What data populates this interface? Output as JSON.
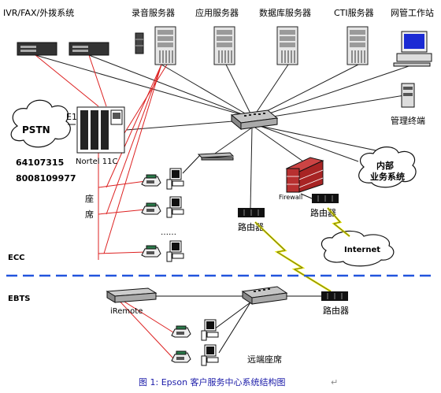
{
  "top_labels": {
    "ivr": "IVR/FAX/外拨系统",
    "recording": "录音服务器",
    "app": "应用服务器",
    "db": "数据库服务器",
    "cti": "CTI服务器",
    "nms": "网管工作站"
  },
  "left": {
    "pstn": "PSTN",
    "e1": "E1",
    "phone1": "64107315",
    "phone2": "8008109977",
    "pbx": "Nortel 11C",
    "seats_1": "座",
    "seats_2": "席",
    "dots": "……"
  },
  "right": {
    "mgmt": "管理终端",
    "intranet_1": "内部",
    "intranet_2": "业务系统",
    "firewall": "Firewall",
    "router_fw": "路由器",
    "router_mid": "路由器",
    "internet": "Internet",
    "router_bottom": "路由器"
  },
  "zones": {
    "ecc": "ECC",
    "ebts": "EBTS"
  },
  "remote": {
    "iremote": "iRemote",
    "remote_seats": "远端座席"
  },
  "caption": {
    "text": "图 1:   Epson 客户服务中心系统结构图",
    "mark": "↵"
  },
  "colors": {
    "red_line": "#dd2222",
    "dash_line": "#2255dd",
    "caption": "#1a1aa8",
    "lightning": "#e8e800"
  }
}
